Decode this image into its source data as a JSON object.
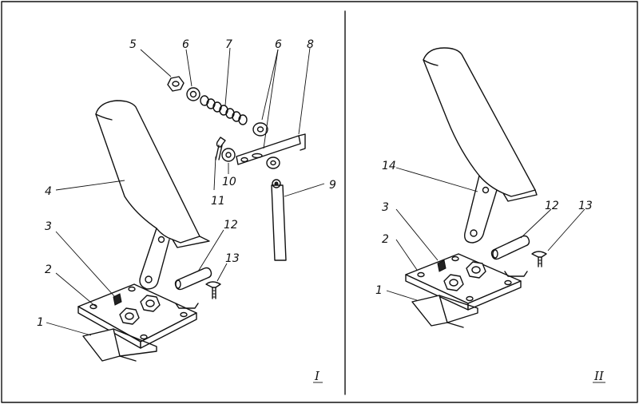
{
  "panels": [
    {
      "roman": "I",
      "labels": [
        "1",
        "2",
        "3",
        "4",
        "5",
        "6",
        "7",
        "6",
        "8",
        "9",
        "10",
        "11",
        "12",
        "13"
      ]
    },
    {
      "roman": "II",
      "labels": [
        "14",
        "3",
        "2",
        "1",
        "12",
        "13"
      ]
    }
  ]
}
